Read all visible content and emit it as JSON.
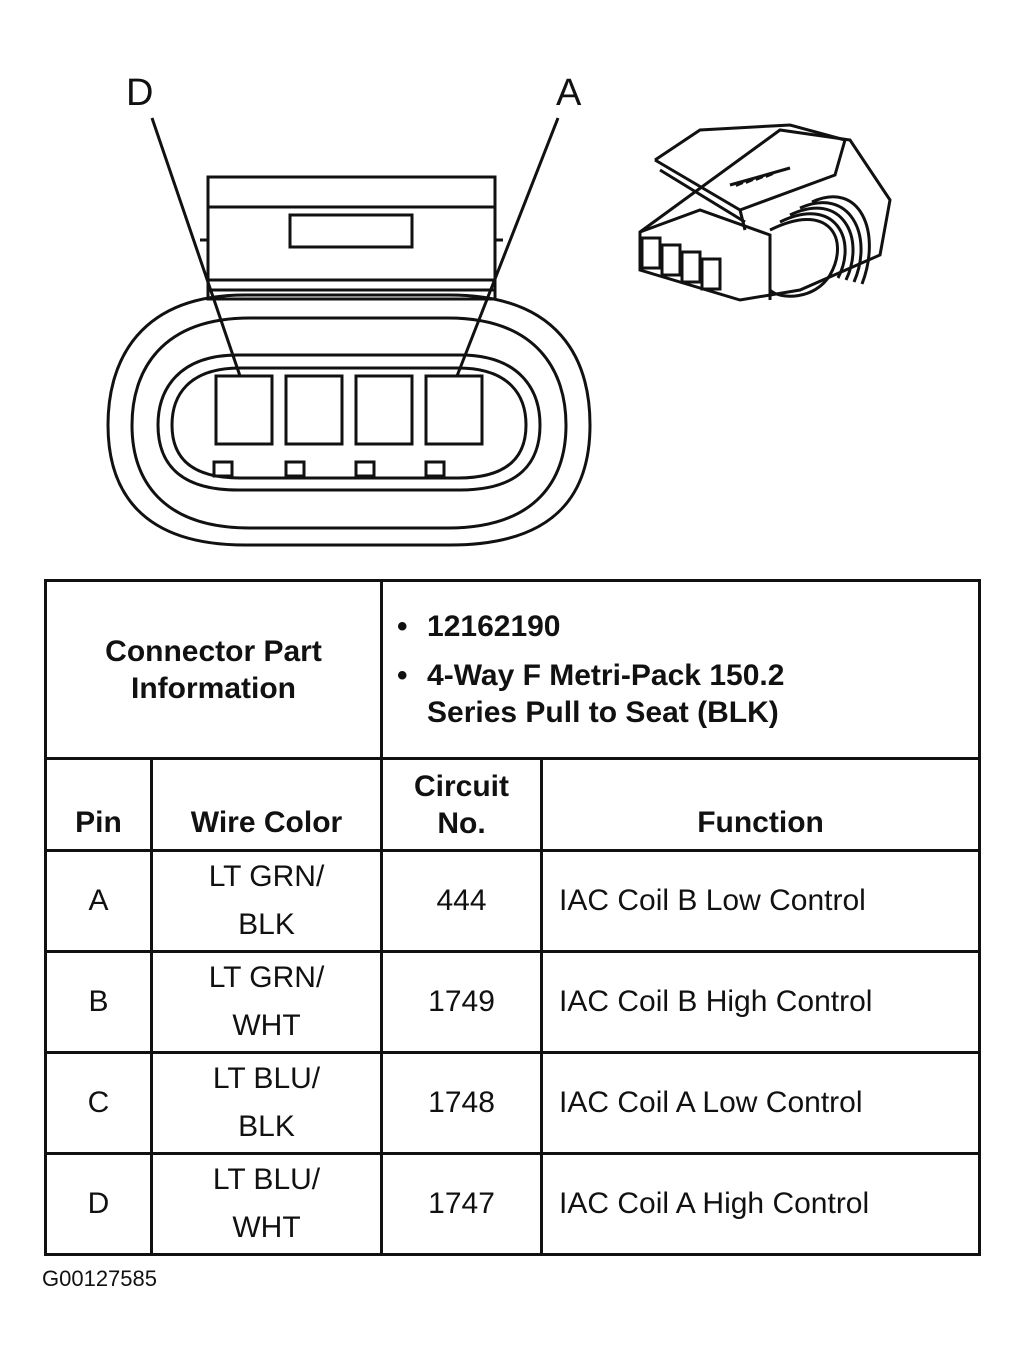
{
  "callouts": {
    "left": "D",
    "right": "A"
  },
  "table": {
    "part_info_label": "Connector Part Information",
    "part_info_items": [
      "12162190",
      "4-Way F Metri-Pack 150.2 Series Pull to Seat (BLK)"
    ],
    "headers": {
      "pin": "Pin",
      "wire_color": "Wire Color",
      "circuit_no": "Circuit No.",
      "function": "Function"
    },
    "rows": [
      {
        "pin": "A",
        "wire_color": "LT GRN/ BLK",
        "circuit": "444",
        "function": "IAC Coil B Low Control"
      },
      {
        "pin": "B",
        "wire_color": "LT GRN/ WHT",
        "circuit": "1749",
        "function": "IAC Coil B High Control"
      },
      {
        "pin": "C",
        "wire_color": "LT BLU/ BLK",
        "circuit": "1748",
        "function": "IAC Coil A Low Control"
      },
      {
        "pin": "D",
        "wire_color": "LT BLU/ WHT",
        "circuit": "1747",
        "function": "IAC Coil A High Control"
      }
    ]
  },
  "figure_id": "G00127585"
}
